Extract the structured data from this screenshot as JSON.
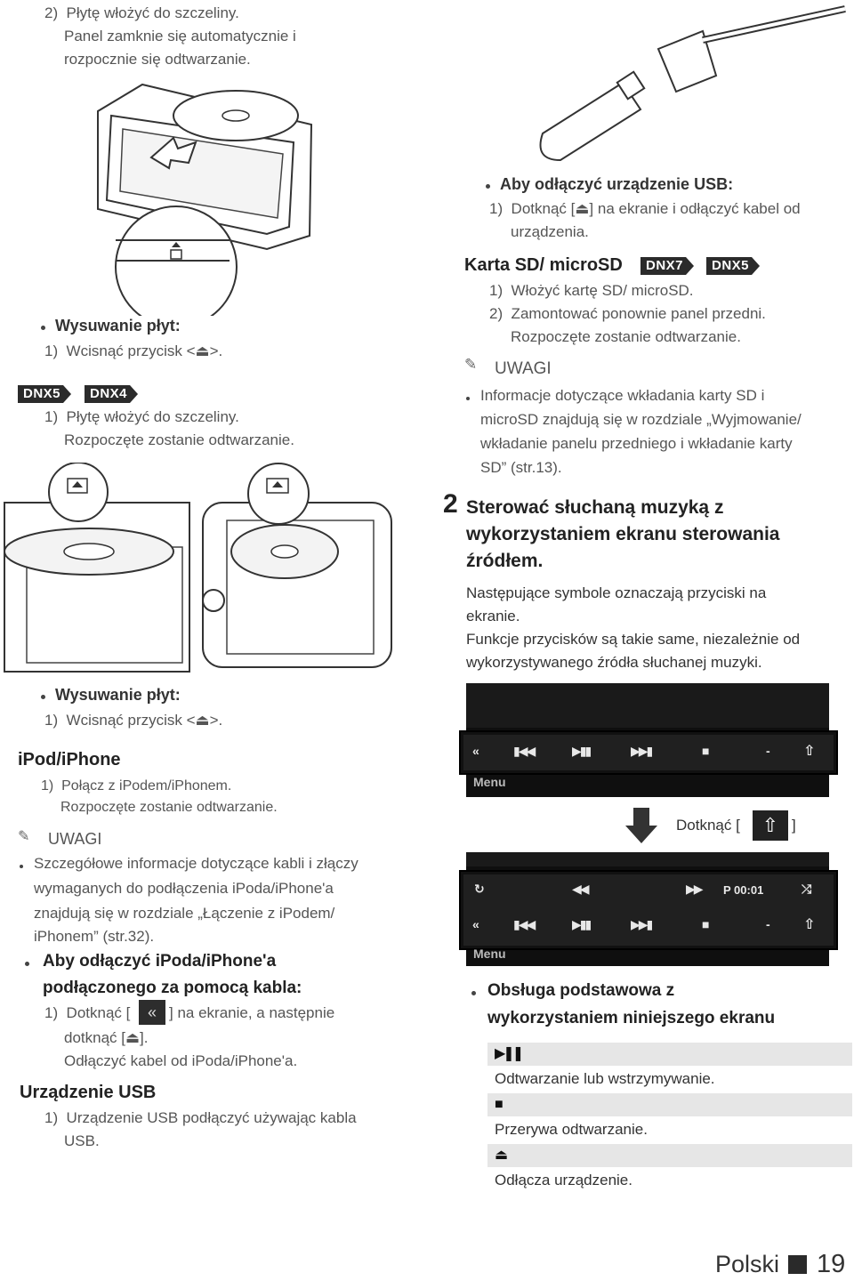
{
  "left": {
    "step2_lines": [
      "2)  Płytę włożyć do szczeliny.",
      "Panel zamknie się automatycznie i",
      "rozpocznie się odtwarzanie."
    ],
    "eject1_title": "Wysuwanie płyt:",
    "eject1_step": "1)  Wcisnąć przycisk <⏏>.",
    "badges": [
      "DNX5",
      "DNX4"
    ],
    "dnx_step_lines": [
      "1)  Płytę włożyć do szczeliny.",
      "Rozpoczęte zostanie odtwarzanie."
    ],
    "eject2_title": "Wysuwanie płyt:",
    "eject2_step": "1)  Wcisnąć przycisk <⏏>.",
    "ipod_heading": "iPod/iPhone",
    "ipod_step_lines": [
      "1)  Połącz z iPodem/iPhonem.",
      "Rozpoczęte zostanie odtwarzanie."
    ],
    "note_label": "UWAGI",
    "note_lines": [
      "Szczegółowe informacje dotyczące kabli i złączy",
      "wymaganych do podłączenia iPoda/iPhone'a",
      "znajdują się w rozdziale „Łączenie z iPodem/",
      "iPhonem” (str.32)."
    ],
    "disconnect_ipod_title_lines": [
      "Aby odłączyć iPoda/iPhone'a",
      "podłączonego za pomocą kabla:"
    ],
    "disconnect_ipod_step_a": "1)  Dotknąć [",
    "disconnect_ipod_step_b": "] na ekranie, a następnie",
    "disconnect_ipod_step2": "dotknąć [⏏].",
    "disconnect_ipod_step3": "Odłączyć kabel od iPoda/iPhone'a.",
    "usb_heading": "Urządzenie USB",
    "usb_step_lines": [
      "1)  Urządzenie USB podłączyć używając kabla",
      "USB."
    ]
  },
  "right": {
    "usb_disc_title": "Aby odłączyć urządzenie USB:",
    "usb_disc_lines": [
      "1)  Dotknąć [⏏] na ekranie i odłączyć kabel od",
      "urządzenia."
    ],
    "sd_heading": "Karta SD/ microSD",
    "sd_badges": [
      "DNX7",
      "DNX5"
    ],
    "sd_lines": [
      "1)  Włożyć kartę SD/ microSD.",
      "2)  Zamontować ponownie panel przedni.",
      "Rozpoczęte zostanie odtwarzanie."
    ],
    "note_label": "UWAGI",
    "note_lines": [
      "Informacje dotyczące wkładania karty SD i",
      "microSD znajdują się w rozdziale „Wyjmowanie/",
      "wkładanie panelu przedniego i wkładanie karty",
      "SD” (str.13)."
    ],
    "step_number": "2",
    "step_title_lines": [
      "Sterować słuchaną muzyką z",
      "wykorzystaniem ekranu sterowania",
      "źródłem."
    ],
    "step_body_lines": [
      "Następujące symbole oznaczają przyciski na",
      "ekranie.",
      "Funkcje przycisków są takie same, niezależnie od",
      "wykorzystywanego źródła słuchanej muzyki."
    ],
    "screen_menu_label": "Menu",
    "screen_time": "P 00:01",
    "touch_label": "Dotknąć [",
    "touch_label_end": "]",
    "basic_title_lines": [
      "Obsługa podstawowa z",
      "wykorzystaniem niniejszego ekranu"
    ],
    "ops": [
      {
        "icon": "▶❚❚",
        "text": "Odtwarzanie lub wstrzymywanie."
      },
      {
        "icon": "■",
        "text": "Przerywa odtwarzanie."
      },
      {
        "icon": "⏏",
        "text": "Odłącza urządzenie."
      }
    ]
  },
  "footer": {
    "language": "Polski",
    "page": "19"
  }
}
